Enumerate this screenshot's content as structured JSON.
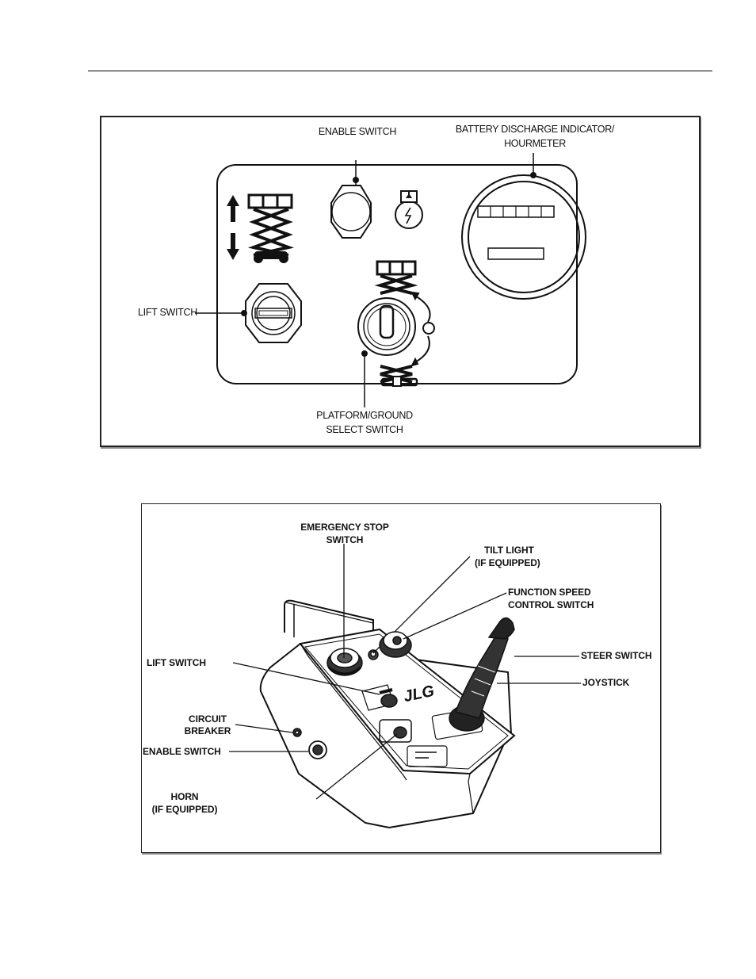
{
  "ground_panel": {
    "enable_switch": "ENABLE SWITCH",
    "battery_line1": "BATTERY DISCHARGE INDICATOR/",
    "battery_line2": "HOURMETER",
    "lift_switch": "LIFT SWITCH",
    "select_line1": "PLATFORM/GROUND",
    "select_line2": "SELECT SWITCH"
  },
  "platform_control": {
    "estop_line1": "EMERGENCY STOP",
    "estop_line2": "SWITCH",
    "tilt_line1": "TILT LIGHT",
    "tilt_line2": "(IF EQUIPPED)",
    "speed_line1": "FUNCTION SPEED",
    "speed_line2": "CONTROL SWITCH",
    "steer_switch": "STEER SWITCH",
    "joystick": "JOYSTICK",
    "lift_switch": "LIFT SWITCH",
    "breaker_line1": "CIRCUIT",
    "breaker_line2": "BREAKER",
    "enable_switch": "ENABLE SWITCH",
    "horn_line1": "HORN",
    "horn_line2": "(IF EQUIPPED)",
    "brand": "JLG"
  }
}
